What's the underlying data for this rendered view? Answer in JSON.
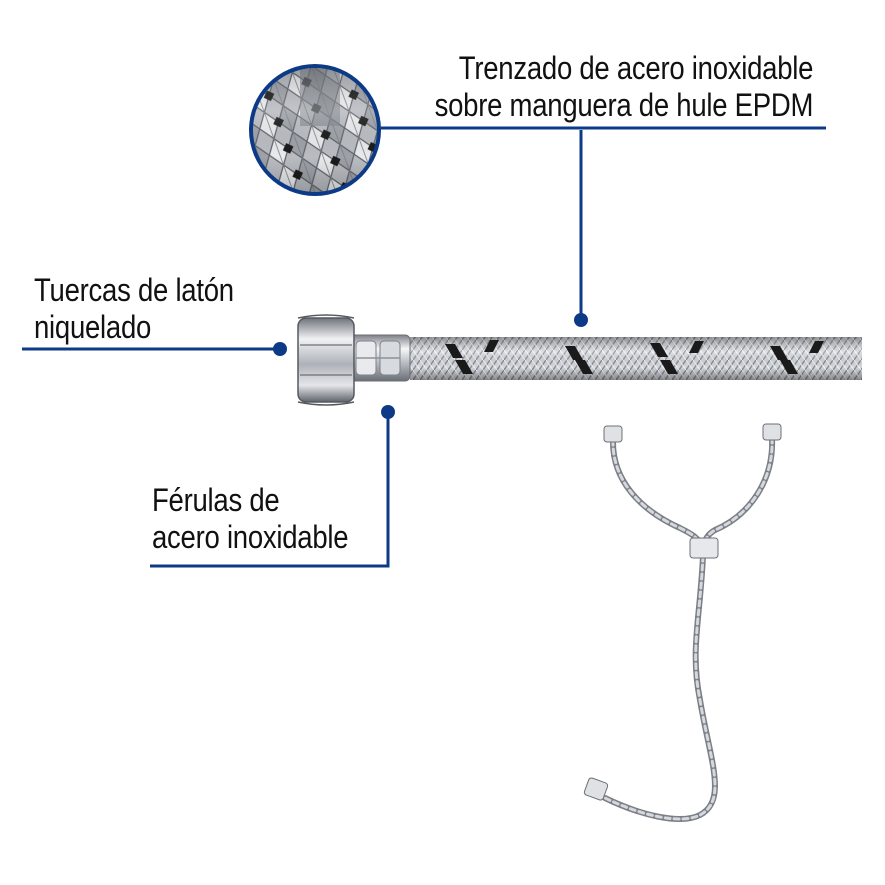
{
  "callouts": {
    "braid": {
      "line1": "Trenzado de acero inoxidable",
      "line2": "sobre manguera de hule EPDM"
    },
    "nuts": {
      "line1": "Tuercas de latón",
      "line2": "niquelado"
    },
    "ferrules": {
      "line1": "Férulas de",
      "line2": "acero inoxidable"
    }
  },
  "colors": {
    "callout_line": "#0d3a87",
    "text": "#111111",
    "braid_dark": "#1a1a1a",
    "steel": "#c8cbd0"
  }
}
